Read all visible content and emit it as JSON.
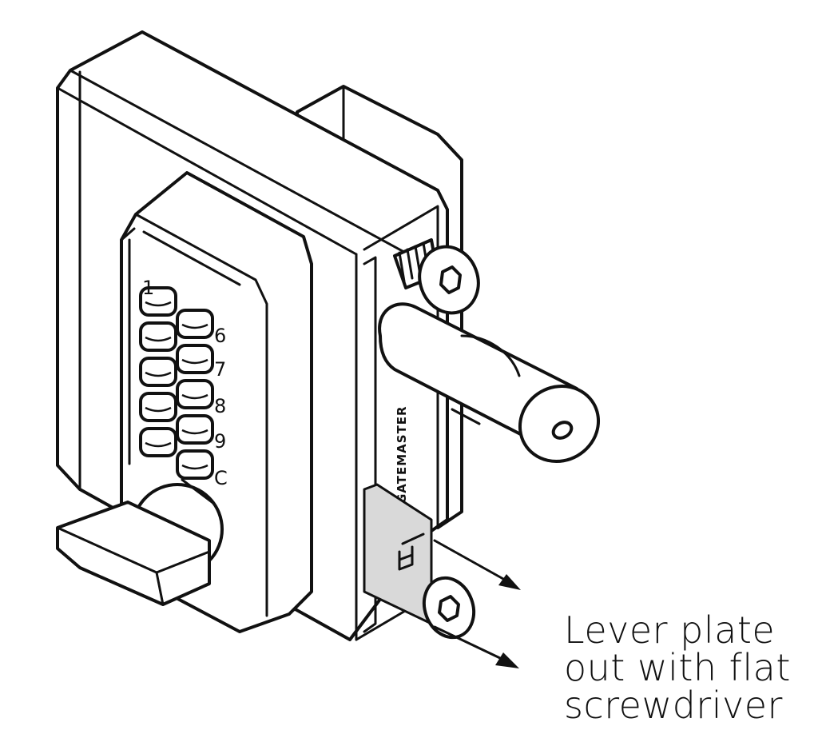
{
  "caption": {
    "line1": "Lever plate",
    "line2": "out with flat",
    "line3": "screwdriver"
  },
  "keypad": {
    "keys": [
      "1",
      "6",
      "7",
      "8",
      "9",
      "C"
    ]
  },
  "brand_text": "GATEMASTER",
  "colors": {
    "line": "#111111",
    "plate": "#d9d9d9",
    "background": "#ffffff"
  }
}
